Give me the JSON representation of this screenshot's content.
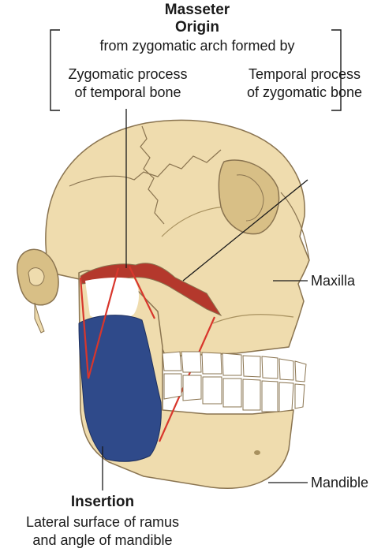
{
  "labels": {
    "masseter": "Masseter",
    "origin": "Origin",
    "origin_desc": "from zygomatic arch formed by",
    "zygomatic_process_line1": "Zygomatic process",
    "zygomatic_process_line2": "of temporal bone",
    "temporal_process_line1": "Temporal process",
    "temporal_process_line2": "of zygomatic bone",
    "maxilla": "Maxilla",
    "mandible": "Mandible",
    "insertion": "Insertion",
    "insertion_desc_line1": "Lateral surface of ramus",
    "insertion_desc_line2": "and angle of mandible"
  },
  "colors": {
    "bone": "#efdcae",
    "bone_shadow": "#d8bf86",
    "bone_outline": "#8a7450",
    "muscle_origin": "#b4382c",
    "muscle_line": "#d8362c",
    "insertion_area": "#2f4a8a",
    "teeth": "#ffffff",
    "leader": "#1a1a1a"
  }
}
